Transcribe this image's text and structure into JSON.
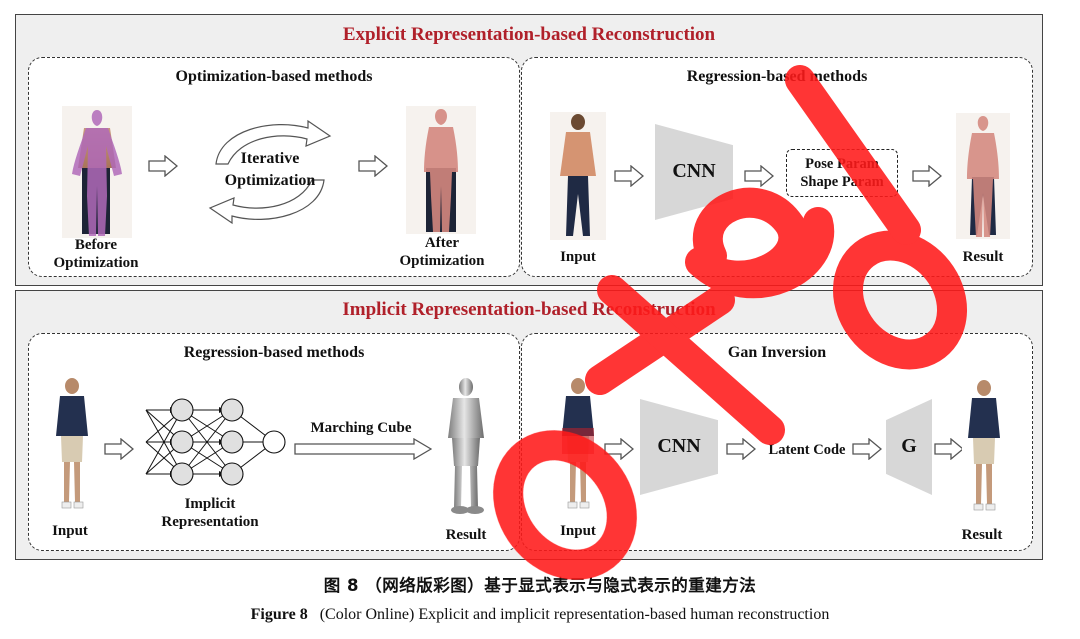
{
  "explicit": {
    "title": "Explicit Representation-based Reconstruction",
    "optimization": {
      "title": "Optimization-based methods",
      "before_line1": "Before",
      "before_line2": "Optimization",
      "iter_line1": "Iterative",
      "iter_line2": "Optimization",
      "after_line1": "After",
      "after_line2": "Optimization"
    },
    "regression": {
      "title": "Regression-based methods",
      "input": "Input",
      "cnn": "CNN",
      "pose_param": "Pose Param",
      "shape_param": "Shape Param",
      "result": "Result"
    }
  },
  "implicit": {
    "title": "Implicit Representation-based Reconstruction",
    "regression": {
      "title": "Regression-based methods",
      "input": "Input",
      "implicit_line1": "Implicit",
      "implicit_line2": "Representation",
      "marching_cube": "Marching Cube",
      "result": "Result"
    },
    "gan": {
      "title": "Gan Inversion",
      "input": "Input",
      "cnn": "CNN",
      "latent_code": "Latent Code",
      "g": "G",
      "result": "Result"
    }
  },
  "caption": {
    "zh": "图 8 （网络版彩图）基于显式表示与隐式表示的重建方法",
    "en_label": "Figure 8",
    "en_text": "(Color Online) Explicit and implicit representation-based human reconstruction"
  },
  "colors": {
    "accent_title": "#b0202a",
    "watermark": "#ff1a1a",
    "body_overlay": "#b06ab8",
    "mesh_overlay": "#d4877e"
  },
  "icons": {
    "flow_arrow": "hollow-right-arrow-icon",
    "cycle": "circular-arrows-icon"
  }
}
